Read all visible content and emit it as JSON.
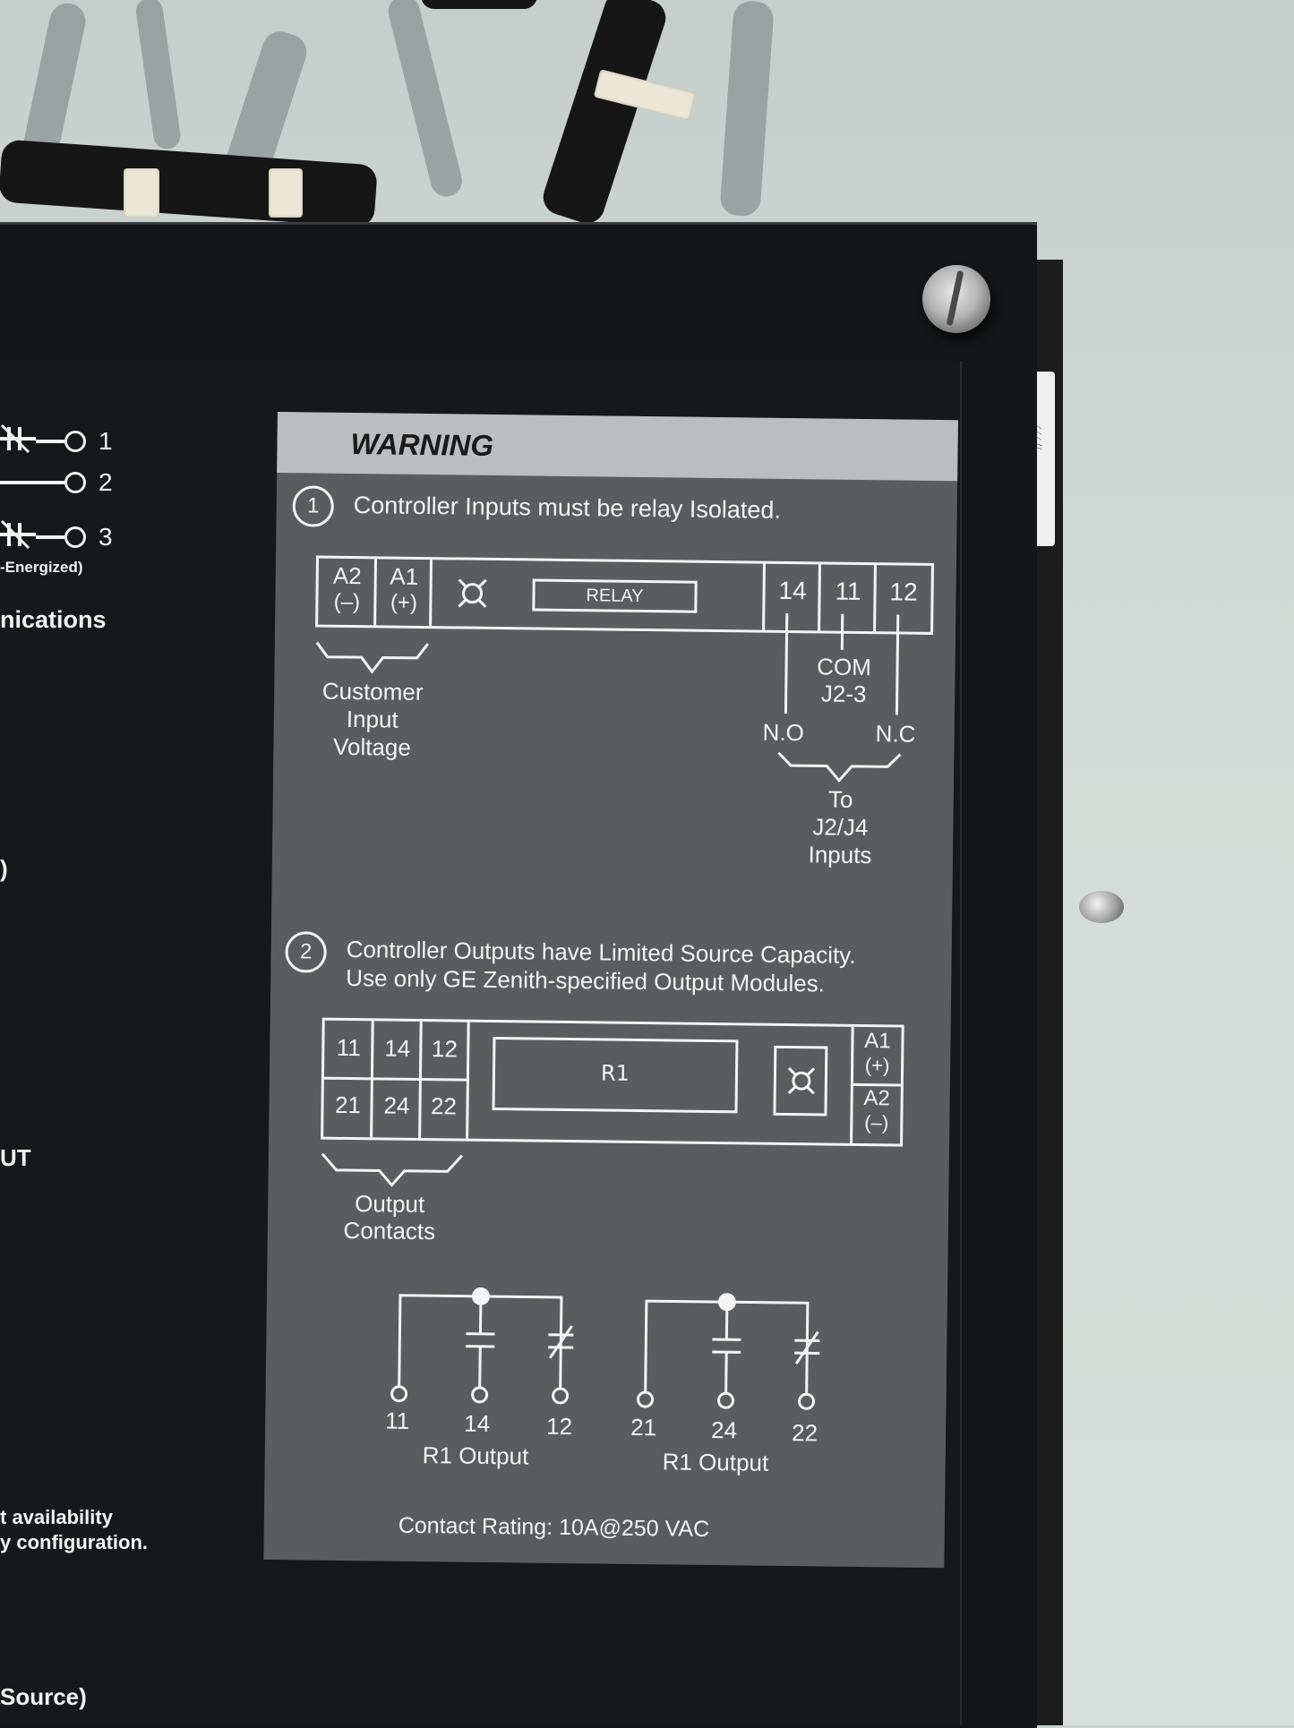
{
  "scene": {
    "description": "Photo of a black electrical controller enclosure mounted on a light gray wall with a warning wiring label",
    "colors": {
      "wall": "#d3dbd8",
      "enclosure": "#151617",
      "label_body": "#5b5c5d",
      "label_header": "#bcbdbf",
      "label_text": "#f4f4f4"
    }
  },
  "left_panel": {
    "terminals": [
      {
        "number": "1",
        "symbol": "normally-closed-contact"
      },
      {
        "number": "2",
        "symbol": "common"
      },
      {
        "number": "3",
        "symbol": "normally-closed-contact"
      }
    ],
    "fragments": [
      "-Energized)",
      "nications",
      ")",
      "UT",
      "t availability",
      "y configuration.",
      "Source)"
    ]
  },
  "warning_label": {
    "title": "WARNING",
    "section1": {
      "number": "1",
      "text": "Controller Inputs must be relay Isolated.",
      "relay_terminals": [
        {
          "top": "A2",
          "bottom": "(–)"
        },
        {
          "top": "A1",
          "bottom": "(+)"
        }
      ],
      "relay_label": "RELAY",
      "contact_terminals": [
        "14",
        "11",
        "12"
      ],
      "customer_input_label": [
        "Customer",
        "Input",
        "Voltage"
      ],
      "com_label": [
        "COM",
        "J2-3"
      ],
      "no_label": "N.O",
      "nc_label": "N.C",
      "to_inputs_label": [
        "To",
        "J2/J4",
        "Inputs"
      ]
    },
    "section2": {
      "number": "2",
      "text_line1": "Controller Outputs have Limited Source Capacity.",
      "text_line2": "Use only GE Zenith-specified Output Modules.",
      "contacts_top": [
        "11",
        "14",
        "12"
      ],
      "contacts_bottom": [
        "21",
        "24",
        "22"
      ],
      "module_label": "R1",
      "coil_terminals": [
        {
          "top": "A1",
          "bottom": "(+)"
        },
        {
          "top": "A2",
          "bottom": "(–)"
        }
      ],
      "output_contacts_label": [
        "Output",
        "Contacts"
      ],
      "schematics": [
        {
          "terminals": [
            "11",
            "14",
            "12"
          ],
          "label": "R1 Output"
        },
        {
          "terminals": [
            "21",
            "24",
            "22"
          ],
          "label": "R1 Output"
        }
      ],
      "contact_rating": "Contact Rating: 10A@250 VAC"
    }
  }
}
